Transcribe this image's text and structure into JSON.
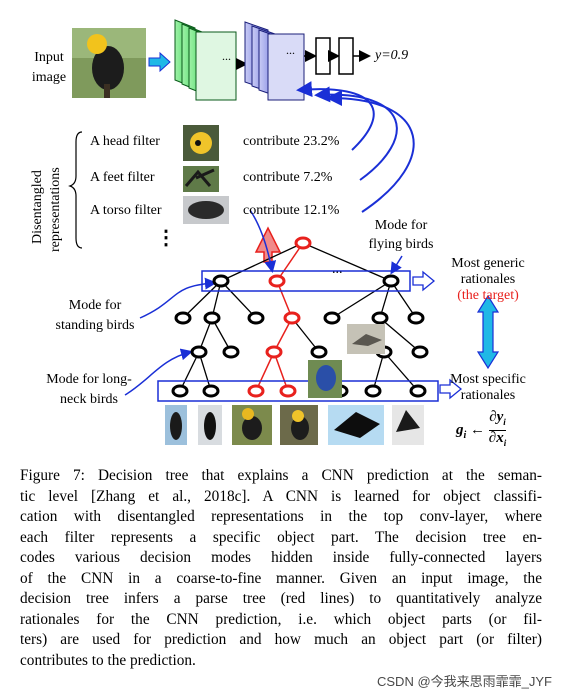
{
  "figure": {
    "input_label_line1": "Input",
    "input_label_line2": "image",
    "output_label": "y=0.9",
    "dots_label": "...",
    "disentangled_label_line1": "Disentangled",
    "disentangled_label_line2": "representations",
    "filters": [
      {
        "label": "A head filter",
        "contribute": "contribute 23.2%"
      },
      {
        "label": "A feet filter",
        "contribute": "contribute 7.2%"
      },
      {
        "label": "A torso filter",
        "contribute": "contribute 12.1%"
      }
    ],
    "vertical_ellipsis": "⋮",
    "mode_flying_line1": "Mode for",
    "mode_flying_line2": "flying birds",
    "mode_standing_line1": "Mode for",
    "mode_standing_line2": "standing birds",
    "mode_longneck_line1": "Mode for long-",
    "mode_longneck_line2": "neck birds",
    "generic_line1": "Most generic",
    "generic_line2": "rationales",
    "generic_target": "(the target)",
    "specific_line1": "Most specific",
    "specific_line2": "rationales",
    "tree_dots": "...",
    "formula_lhs": "g",
    "formula_sub": "i",
    "formula_arrow": "←",
    "formula_num": "∂y",
    "formula_den": "∂x",
    "colors": {
      "red": "#e8211d",
      "blue": "#1a2fd6",
      "cyan": "#20b8e6",
      "green": "#3dd45a",
      "purple": "#6a72d8"
    }
  },
  "caption": {
    "lines": [
      "Figure 7: Decision tree that explains a CNN prediction at the seman-",
      "tic level [Zhang et al., 2018c]. A CNN is learned for object classifi-",
      "cation with disentangled representations in the top conv-layer, where",
      "each filter represents a specific object part. The decision tree en-",
      "codes various decision modes hidden inside fully-connected layers",
      "of the CNN in a coarse-to-fine manner. Given an input image, the",
      "decision tree infers a parse tree (red lines) to quantitatively analyze",
      "rationales for the CNN prediction, i.e. which object parts (or fil-",
      "ters) are used for prediction and how much an object part (or filter)",
      "contributes to the prediction."
    ]
  },
  "watermark": "CSDN @今我来思雨霏霏_JYF"
}
